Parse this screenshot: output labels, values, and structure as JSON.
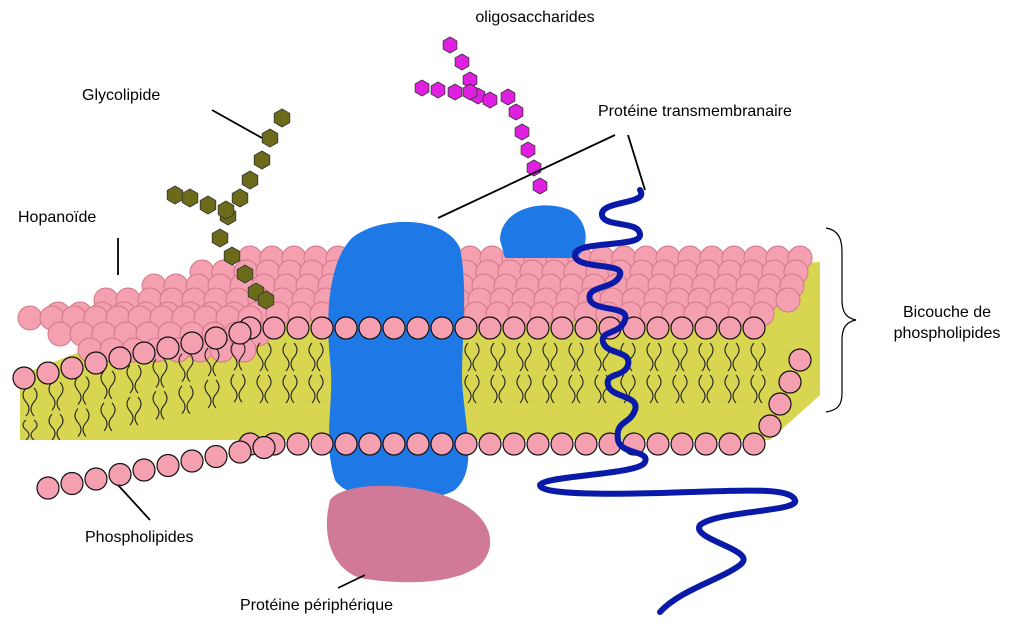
{
  "labels": {
    "oligosaccharides": "oligosaccharides",
    "glycolipide": "Glycolipide",
    "proteine_transmembranaire": "Protéine transmembranaire",
    "hopanoide": "Hopanoïde",
    "bicouche_line1": "Bicouche de",
    "bicouche_line2": "phospholipides",
    "phospholipides": "Phospholipides",
    "proteine_peripherique": "Protéine périphérique"
  },
  "colors": {
    "lipid_head": "#f4a0b0",
    "lipid_head_stroke": "#101010",
    "core": "#d8d650",
    "protein_blue": "#1e78e6",
    "peripheral_protein": "#d07a98",
    "glycolipid_chain": "#6b6b1a",
    "oligosaccharide_chain": "#e020e0",
    "transmembrane_coil": "#0a1aa8",
    "leader_line": "#000000"
  }
}
